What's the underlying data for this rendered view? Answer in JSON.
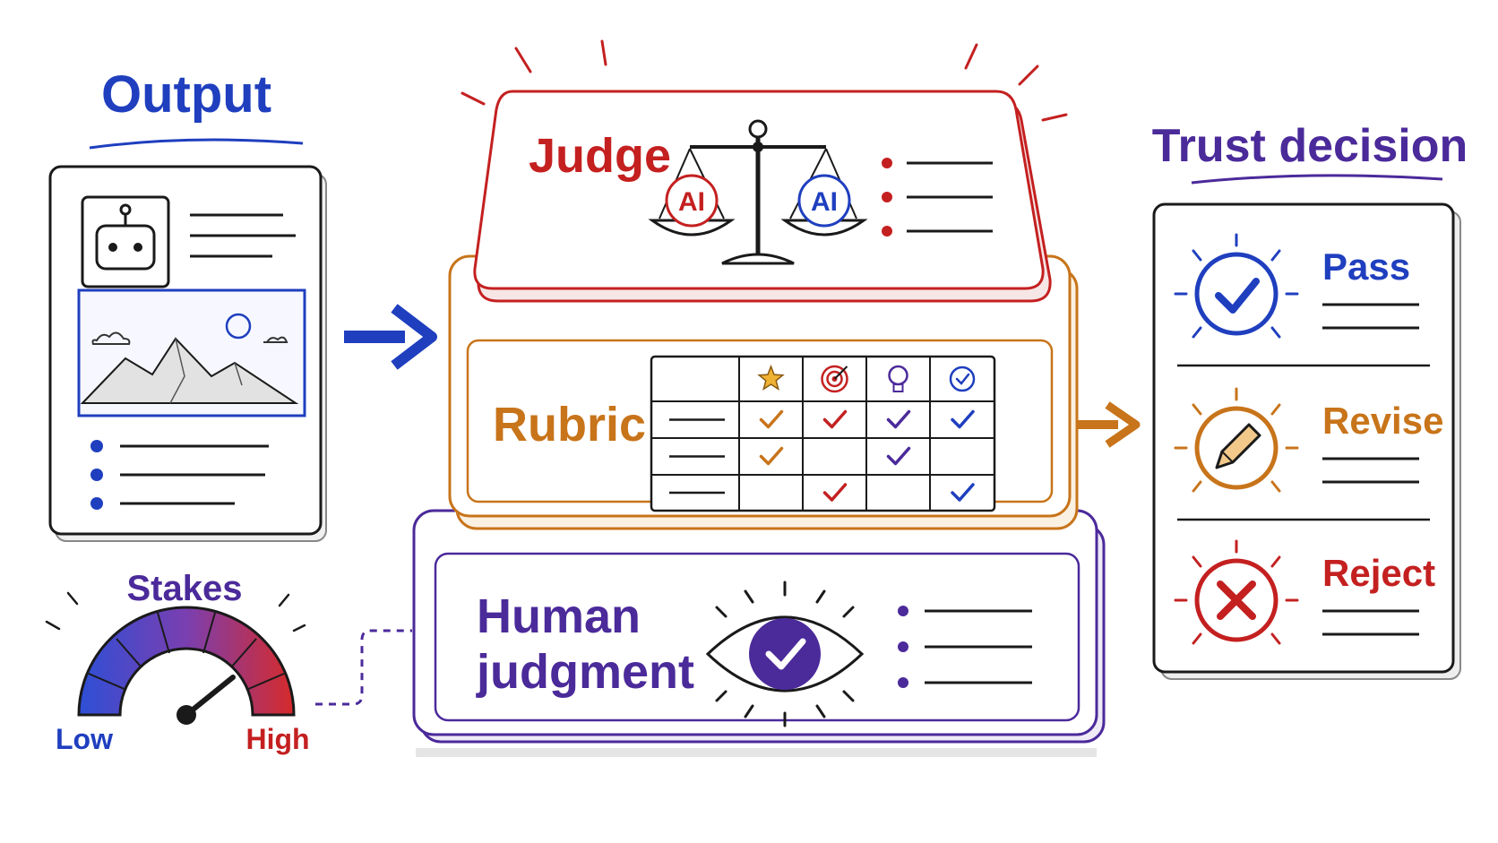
{
  "output": {
    "title": "Output"
  },
  "layers": {
    "judge": {
      "label": "Judge",
      "left_pan": "AI",
      "right_pan": "AI"
    },
    "rubric": {
      "label": "Rubric",
      "header_icons": [
        "star-icon",
        "target-icon",
        "lightbulb-icon",
        "check-circle-icon"
      ],
      "rows": [
        [
          true,
          true,
          true,
          true
        ],
        [
          true,
          false,
          true,
          false
        ],
        [
          false,
          true,
          false,
          true
        ]
      ]
    },
    "human": {
      "label_line1": "Human",
      "label_line2": "judgment"
    }
  },
  "stakes": {
    "title": "Stakes",
    "low": "Low",
    "high": "High"
  },
  "trust": {
    "title": "Trust decision",
    "options": [
      {
        "label": "Pass",
        "icon": "check-icon",
        "color": "#1f3fbf"
      },
      {
        "label": "Revise",
        "icon": "pencil-icon",
        "color": "#c8741a"
      },
      {
        "label": "Reject",
        "icon": "x-icon",
        "color": "#c42020"
      }
    ]
  },
  "colors": {
    "blue": "#1f3fbf",
    "red": "#c42020",
    "orange": "#c8741a",
    "purple": "#4b2a9a",
    "ink": "#1a1a1a"
  }
}
